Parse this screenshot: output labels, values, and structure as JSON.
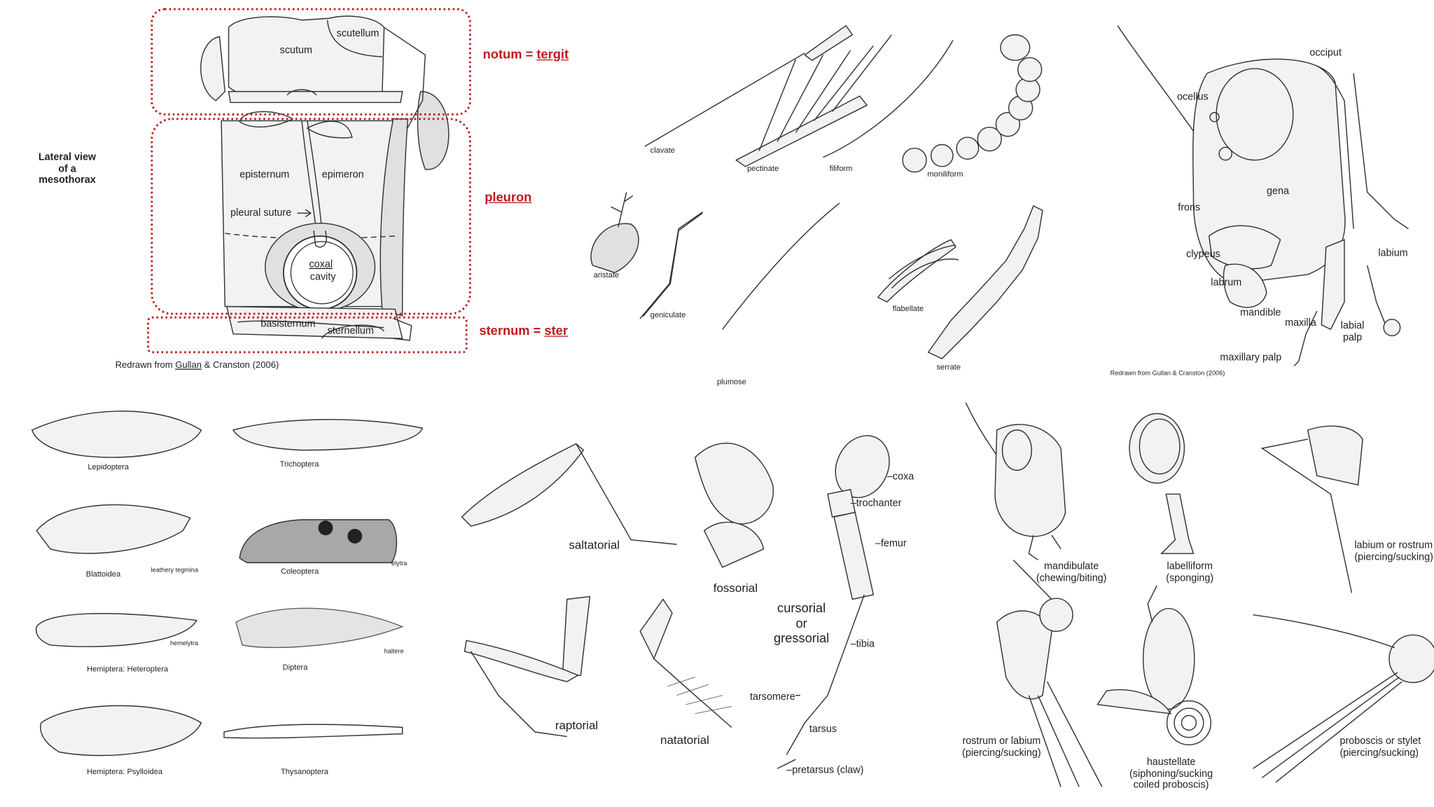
{
  "thorax": {
    "side_label": "Lateral view\nof a\nmesothorax",
    "parts": {
      "scutum": "scutum",
      "scutellum": "scutellum",
      "episternum": "episternum",
      "epimeron": "epimeron",
      "pleural_suture": "pleural suture",
      "coxal": "coxal",
      "cavity": "cavity",
      "basisternum": "basisternum",
      "sternellum": "sternellum"
    },
    "regions": {
      "notum_prefix": "notum = ",
      "notum_link": "tergit",
      "pleuron": "pleuron",
      "sternum_prefix": "sternum = ",
      "sternum_link": "ster"
    },
    "credit_prefix": "Redrawn  from ",
    "credit_link": "Gullan",
    "credit_suffix": " & Cranston (2006)"
  },
  "antennae": [
    "clavate",
    "pectinate",
    "filiform",
    "moniliform",
    "aristate",
    "geniculate",
    "plumose",
    "flabellate",
    "serrate"
  ],
  "head": {
    "labels": {
      "occiput": "occiput",
      "ocellus": "ocellus",
      "gena": "gena",
      "frons": "frons",
      "clypeus": "clypeus",
      "labium": "labium",
      "labrum": "labrum",
      "mandible": "mandible",
      "maxilla": "maxilla",
      "labial_palp": "labial\npalp",
      "maxillary_palp": "maxillary palp"
    },
    "credit": "Redrawn from Gullan & Cranston (2006)"
  },
  "wings": [
    {
      "name": "Lepidoptera"
    },
    {
      "name": "Trichoptera"
    },
    {
      "name": "Blattoidea",
      "note": "leathery tegmina"
    },
    {
      "name": "Coleoptera",
      "note": "elytra"
    },
    {
      "name": "Hemiptera: Heteroptera",
      "note": "hemelytra"
    },
    {
      "name": "Diptera",
      "note": "haltere"
    },
    {
      "name": "Hemiptera: Psylloidea"
    },
    {
      "name": "Thysanoptera"
    }
  ],
  "legs": {
    "types": {
      "saltatorial": "saltatorial",
      "fossorial": "fossorial",
      "cursorial": "cursorial\nor\ngressorial",
      "raptorial": "raptorial",
      "natatorial": "natatorial"
    },
    "parts": {
      "coxa": "coxa",
      "trochanter": "trochanter",
      "femur": "femur",
      "tibia": "tibia",
      "tarsomere": "tarsomere",
      "tarsus": "tarsus",
      "pretarsus": "pretarsus (claw)"
    }
  },
  "mouthparts": {
    "mandibulate": "mandibulate\n(chewing/biting)",
    "labelliform": "labelliform\n(sponging)",
    "labium_rostrum": "labium or rostrum\n(piercing/sucking)",
    "rostrum_labium": "rostrum or labium\n(piercing/sucking)",
    "haustellate": "haustellate\n(siphoning/sucking\ncoiled proboscis)",
    "proboscis_stylet": "proboscis or stylet\n(piercing/sucking)"
  }
}
